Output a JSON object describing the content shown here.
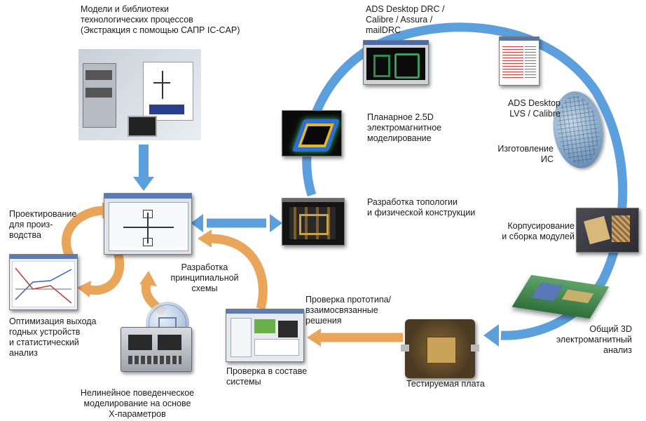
{
  "labels": {
    "models": "Модели и библиотеки\nтехнологических процессов\n(Экстракция с помощью САПР IC-CAP)",
    "drc": "ADS Desktop DRC /\nCalibre / Assura /\nmailDRC",
    "lvs": "ADS Desktop\nLVS / Calibre",
    "planar": "Планарное 2.5D\nэлектромагнитное\nмоделирование",
    "fab": "Изготовление\nИС",
    "layout": "Разработка топологии\nи физической конструкции",
    "dfm": "Проектирование\nдля произ-\nводства",
    "packaging": "Корпусирование\nи сборка модулей",
    "schematic": "Разработка\nпринципиальной\nсхемы",
    "yield": "Оптимизация выхода\nгодных устройств\nи статистический\nанализ",
    "proto": "Проверка прототипа/\nвзаимосвязанные\nрешения",
    "em3d": "Общий 3D\nэлектромагнитный\nанализ",
    "system": "Проверка в составе\nсистемы",
    "board": "Тестируемая плата",
    "xparam": "Нелинейное поведенческое\nмоделирование на основе\nX-параметров"
  },
  "colors": {
    "blue_arrow": "#5b9fdc",
    "orange_arrow": "#e9a55a",
    "screen_dark": "#141414",
    "window_gray": "#d6d8dc"
  },
  "icons": {
    "lab": "lab-equipment-icon",
    "drc": "drc-layout-screenshot-icon",
    "lvs": "lvs-report-icon",
    "wafer": "wafer-icon",
    "em2d": "planar-em-simulation-icon",
    "layout": "layout-screenshot-icon",
    "schematic": "schematic-window-icon",
    "package": "package-modules-icon",
    "pcb3d": "3d-pcb-icon",
    "board": "test-board-icon",
    "system": "system-verification-window-icon",
    "yield": "yield-chart-window-icon",
    "analyzer": "network-analyzer-icon",
    "globe": "globe-icon"
  }
}
